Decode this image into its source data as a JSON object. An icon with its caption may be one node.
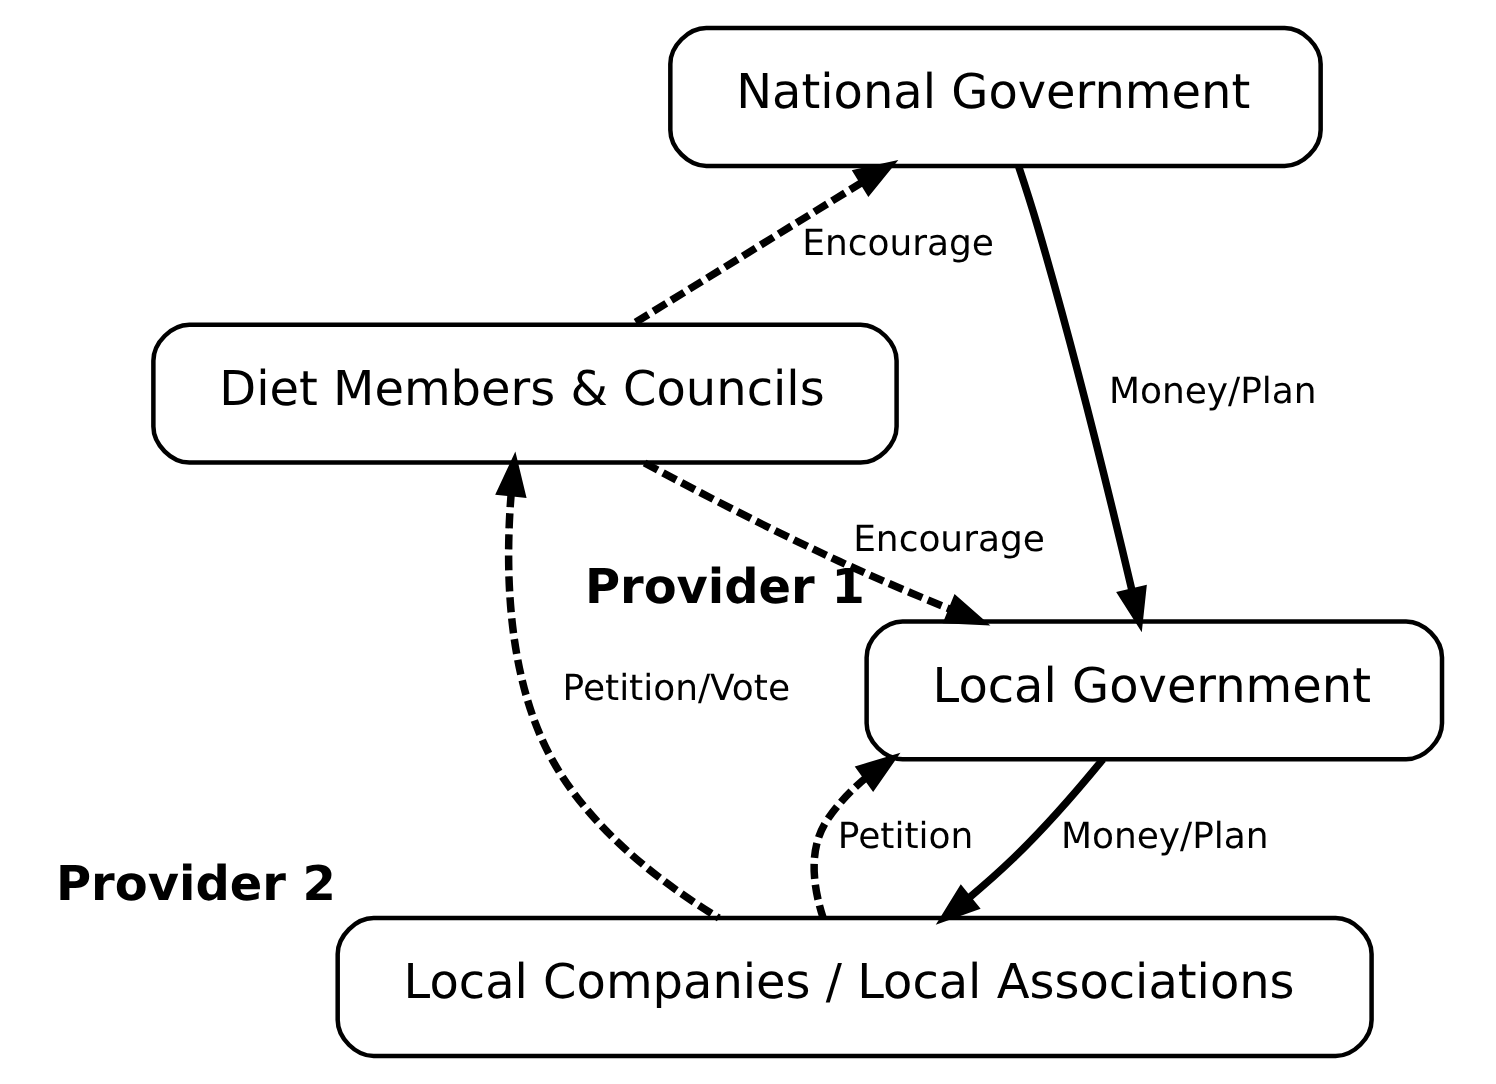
{
  "diagram": {
    "nodes": [
      {
        "text": [
          "National Government"
        ]
      },
      {
        "text": [
          "Diet Members & Councils"
        ]
      },
      {
        "text": [
          "Local Government"
        ],
        "beside": [
          "Provider 1"
        ]
      },
      {
        "text": [
          "Local Companies / Local Associations"
        ],
        "beside": [
          "Provider 2"
        ]
      }
    ],
    "edges": [
      {
        "from": 1,
        "to": 0,
        "arrow": "to",
        "label": "Encourage",
        "style": "dashed"
      },
      {
        "from": 1,
        "to": 2,
        "arrow": "to",
        "label": "Encourage",
        "style": "dashed"
      },
      {
        "from": 0,
        "to": 2,
        "arrow": "to",
        "label": "Money/Plan"
      },
      {
        "from": 2,
        "to": 3,
        "arrow": "to",
        "label": "Money/Plan"
      },
      {
        "from": 3,
        "to": 2,
        "arrow": "to",
        "label": "Petition",
        "style": "dashed"
      },
      {
        "from": 3,
        "to": 1,
        "arrow": "to",
        "label": "Petition/Vote",
        "style": "dashed"
      }
    ]
  }
}
